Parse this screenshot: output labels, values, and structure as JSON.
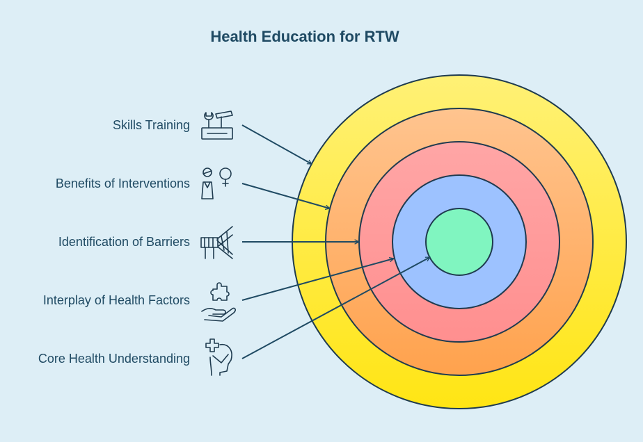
{
  "title": "Health Education for RTW",
  "layers": [
    {
      "label": "Skills Training",
      "icon": "tools-icon",
      "color_top": "#fff176",
      "color_bottom": "#ffe514"
    },
    {
      "label": "Benefits of Interventions",
      "icon": "person-lightbulb-icon",
      "color_top": "#ffc48f",
      "color_bottom": "#ffa24d"
    },
    {
      "label": "Identification of Barriers",
      "icon": "barrier-icon",
      "color_top": "#ffa6a6",
      "color_bottom": "#ff8f8f"
    },
    {
      "label": "Interplay of Health Factors",
      "icon": "hand-puzzle-icon",
      "color_top": "#9dc2ff",
      "color_bottom": "#9dc2ff"
    },
    {
      "label": "Core Health Understanding",
      "icon": "head-cross-icon",
      "color_top": "#80f5c0",
      "color_bottom": "#80f5c0"
    }
  ]
}
